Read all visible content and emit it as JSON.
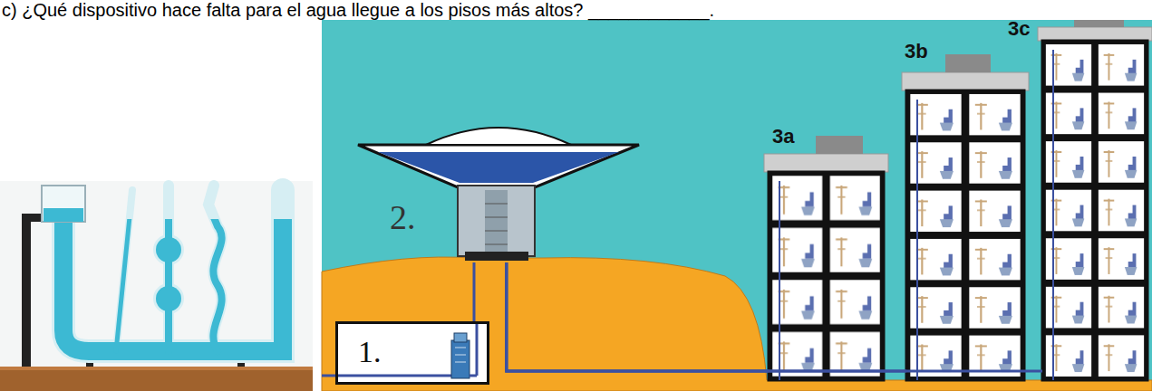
{
  "diagram": {
    "nodes": [
      {
        "text": [
          "1."
        ]
      },
      {
        "text": [
          "2."
        ]
      },
      {
        "text": [
          "3a"
        ]
      },
      {
        "text": [
          "3b"
        ]
      },
      {
        "text": [
          "3c"
        ]
      }
    ],
    "edges": [
      {
        "from": 0,
        "to": 1,
        "arrow": "none"
      },
      {
        "from": 1,
        "to": 2,
        "arrow": "none"
      },
      {
        "from": 1,
        "to": 3,
        "arrow": "none"
      },
      {
        "from": 1,
        "to": 4,
        "arrow": "none"
      }
    ],
    "labels": [
      "c) ¿Qué dispositivo hace falta para el agua llegue a los pisos más altos? ____________."
    ]
  }
}
